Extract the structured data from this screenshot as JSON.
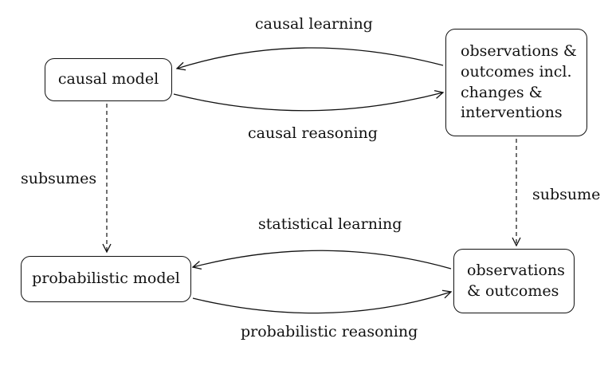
{
  "nodes": {
    "causal_model": "causal model",
    "observations_interventions": "observations & outcomes incl. changes & interventions",
    "probabilistic_model": "probabilistic model",
    "observations_outcomes": "observations & outcomes"
  },
  "edges": {
    "causal_learning": "causal learning",
    "causal_reasoning": "causal reasoning",
    "statistical_learning": "statistical learning",
    "probabilistic_reasoning": "probabilistic reasoning",
    "subsumes": "subsumes",
    "subsume": "subsume"
  }
}
